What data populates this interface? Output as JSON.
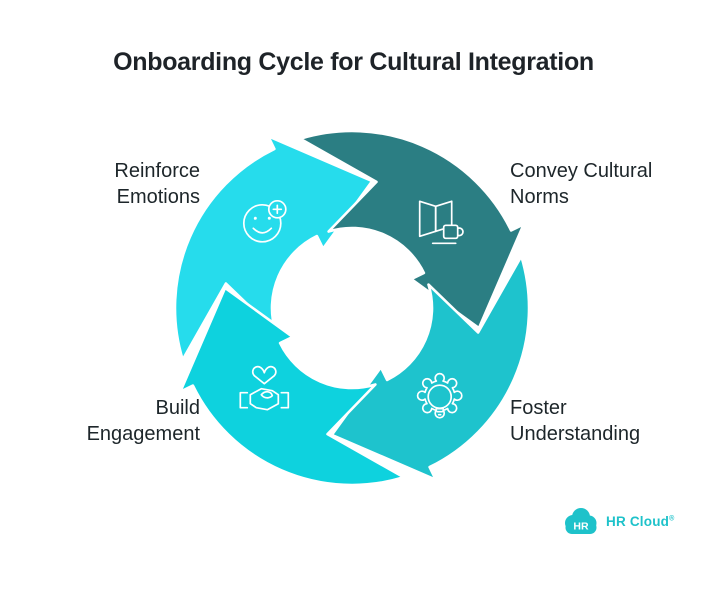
{
  "title": "Onboarding Cycle for Cultural Integration",
  "colors": {
    "background": "#ffffff",
    "title_text": "#1e2328",
    "label_text": "#1d262a",
    "arrow_outline": "#ffffff",
    "icon_stroke": "#ffffff",
    "logo_teal": "#1ec2ca",
    "logo_badge_text": "#ffffff"
  },
  "cycle": {
    "direction": "clockwise",
    "steps": [
      {
        "id": "reinforce-emotions",
        "quadrant": "top-left",
        "label_lines": [
          "Reinforce",
          "Emotions"
        ],
        "color": "#26dcec",
        "icon": "smiley-plus-icon",
        "start_angle": 270
      },
      {
        "id": "convey-cultural-norms",
        "quadrant": "top-right",
        "label_lines": [
          "Convey Cultural",
          "Norms"
        ],
        "color": "#2b7e83",
        "icon": "book-mug-icon",
        "start_angle": 0
      },
      {
        "id": "foster-understanding",
        "quadrant": "bottom-right",
        "label_lines": [
          "Foster",
          "Understanding"
        ],
        "color": "#1ec3cd",
        "icon": "gear-bulb-icon",
        "start_angle": 90
      },
      {
        "id": "build-engagement",
        "quadrant": "bottom-left",
        "label_lines": [
          "Build",
          "Engagement"
        ],
        "color": "#0ed2de",
        "icon": "heart-handshake-icon",
        "start_angle": 180
      }
    ]
  },
  "logo": {
    "badge_text": "HR",
    "brand_text": "HR Cloud",
    "registered_mark": "®"
  }
}
